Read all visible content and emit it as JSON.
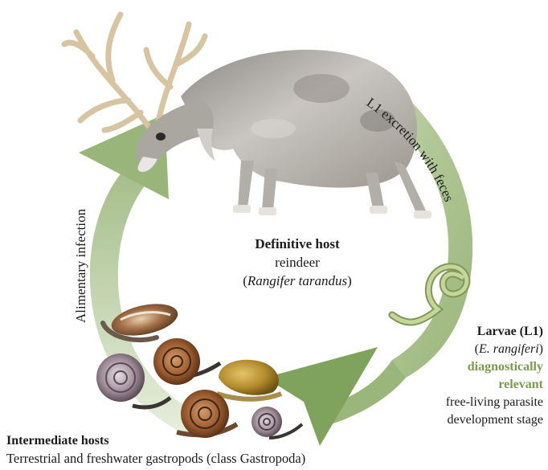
{
  "definitive_host": {
    "title": "Definitive host",
    "common_name": "reindeer",
    "latin_open": "(",
    "latin_name": "Rangifer tarandus",
    "latin_close": ")"
  },
  "larvae": {
    "title": "Larvae (L1)",
    "species_open": "(",
    "species_name": "E. rangiferi",
    "species_close": ")",
    "note_line1": "diagnostically",
    "note_line2": "relevant",
    "stage_line1": "free-living parasite",
    "stage_line2": "development stage"
  },
  "intermediate_hosts": {
    "title": "Intermediate hosts",
    "description": "Terrestrial and freshwater gastropods (class Gastropoda)"
  },
  "arrows": {
    "excretion_label": "L1 excretion with feces",
    "infection_label": "Alimentary infection"
  },
  "colors": {
    "arrow_green": "#9ab57a",
    "text_green": "#7a9a4e",
    "reindeer_body": "#b9b6b2",
    "antler": "#d8c7a6",
    "larva": "#b8c98a"
  }
}
